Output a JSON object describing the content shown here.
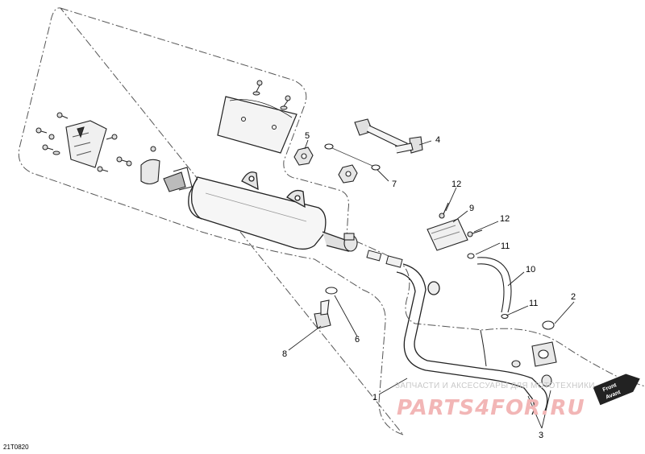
{
  "diagram": {
    "reference_code": "21T0820",
    "callouts": [
      {
        "id": "c1",
        "label": "1"
      },
      {
        "id": "c2",
        "label": "2"
      },
      {
        "id": "c3",
        "label": "3"
      },
      {
        "id": "c4",
        "label": "4"
      },
      {
        "id": "c5",
        "label": "5"
      },
      {
        "id": "c6",
        "label": "6"
      },
      {
        "id": "c7",
        "label": "7"
      },
      {
        "id": "c8",
        "label": "8"
      },
      {
        "id": "c9",
        "label": "9"
      },
      {
        "id": "c10",
        "label": "10"
      },
      {
        "id": "c11a",
        "label": "11"
      },
      {
        "id": "c11b",
        "label": "11"
      },
      {
        "id": "c12a",
        "label": "12"
      },
      {
        "id": "c12b",
        "label": "12"
      }
    ],
    "front_marker": {
      "line1": "Front",
      "line2": "Avant"
    },
    "watermark": {
      "tagline": "ЗАПЧАСТИ И АКСЕССУАРЫ ДЛЯ МОТОТЕХНИКИ",
      "brand": "PARTS4FOR.RU"
    }
  }
}
